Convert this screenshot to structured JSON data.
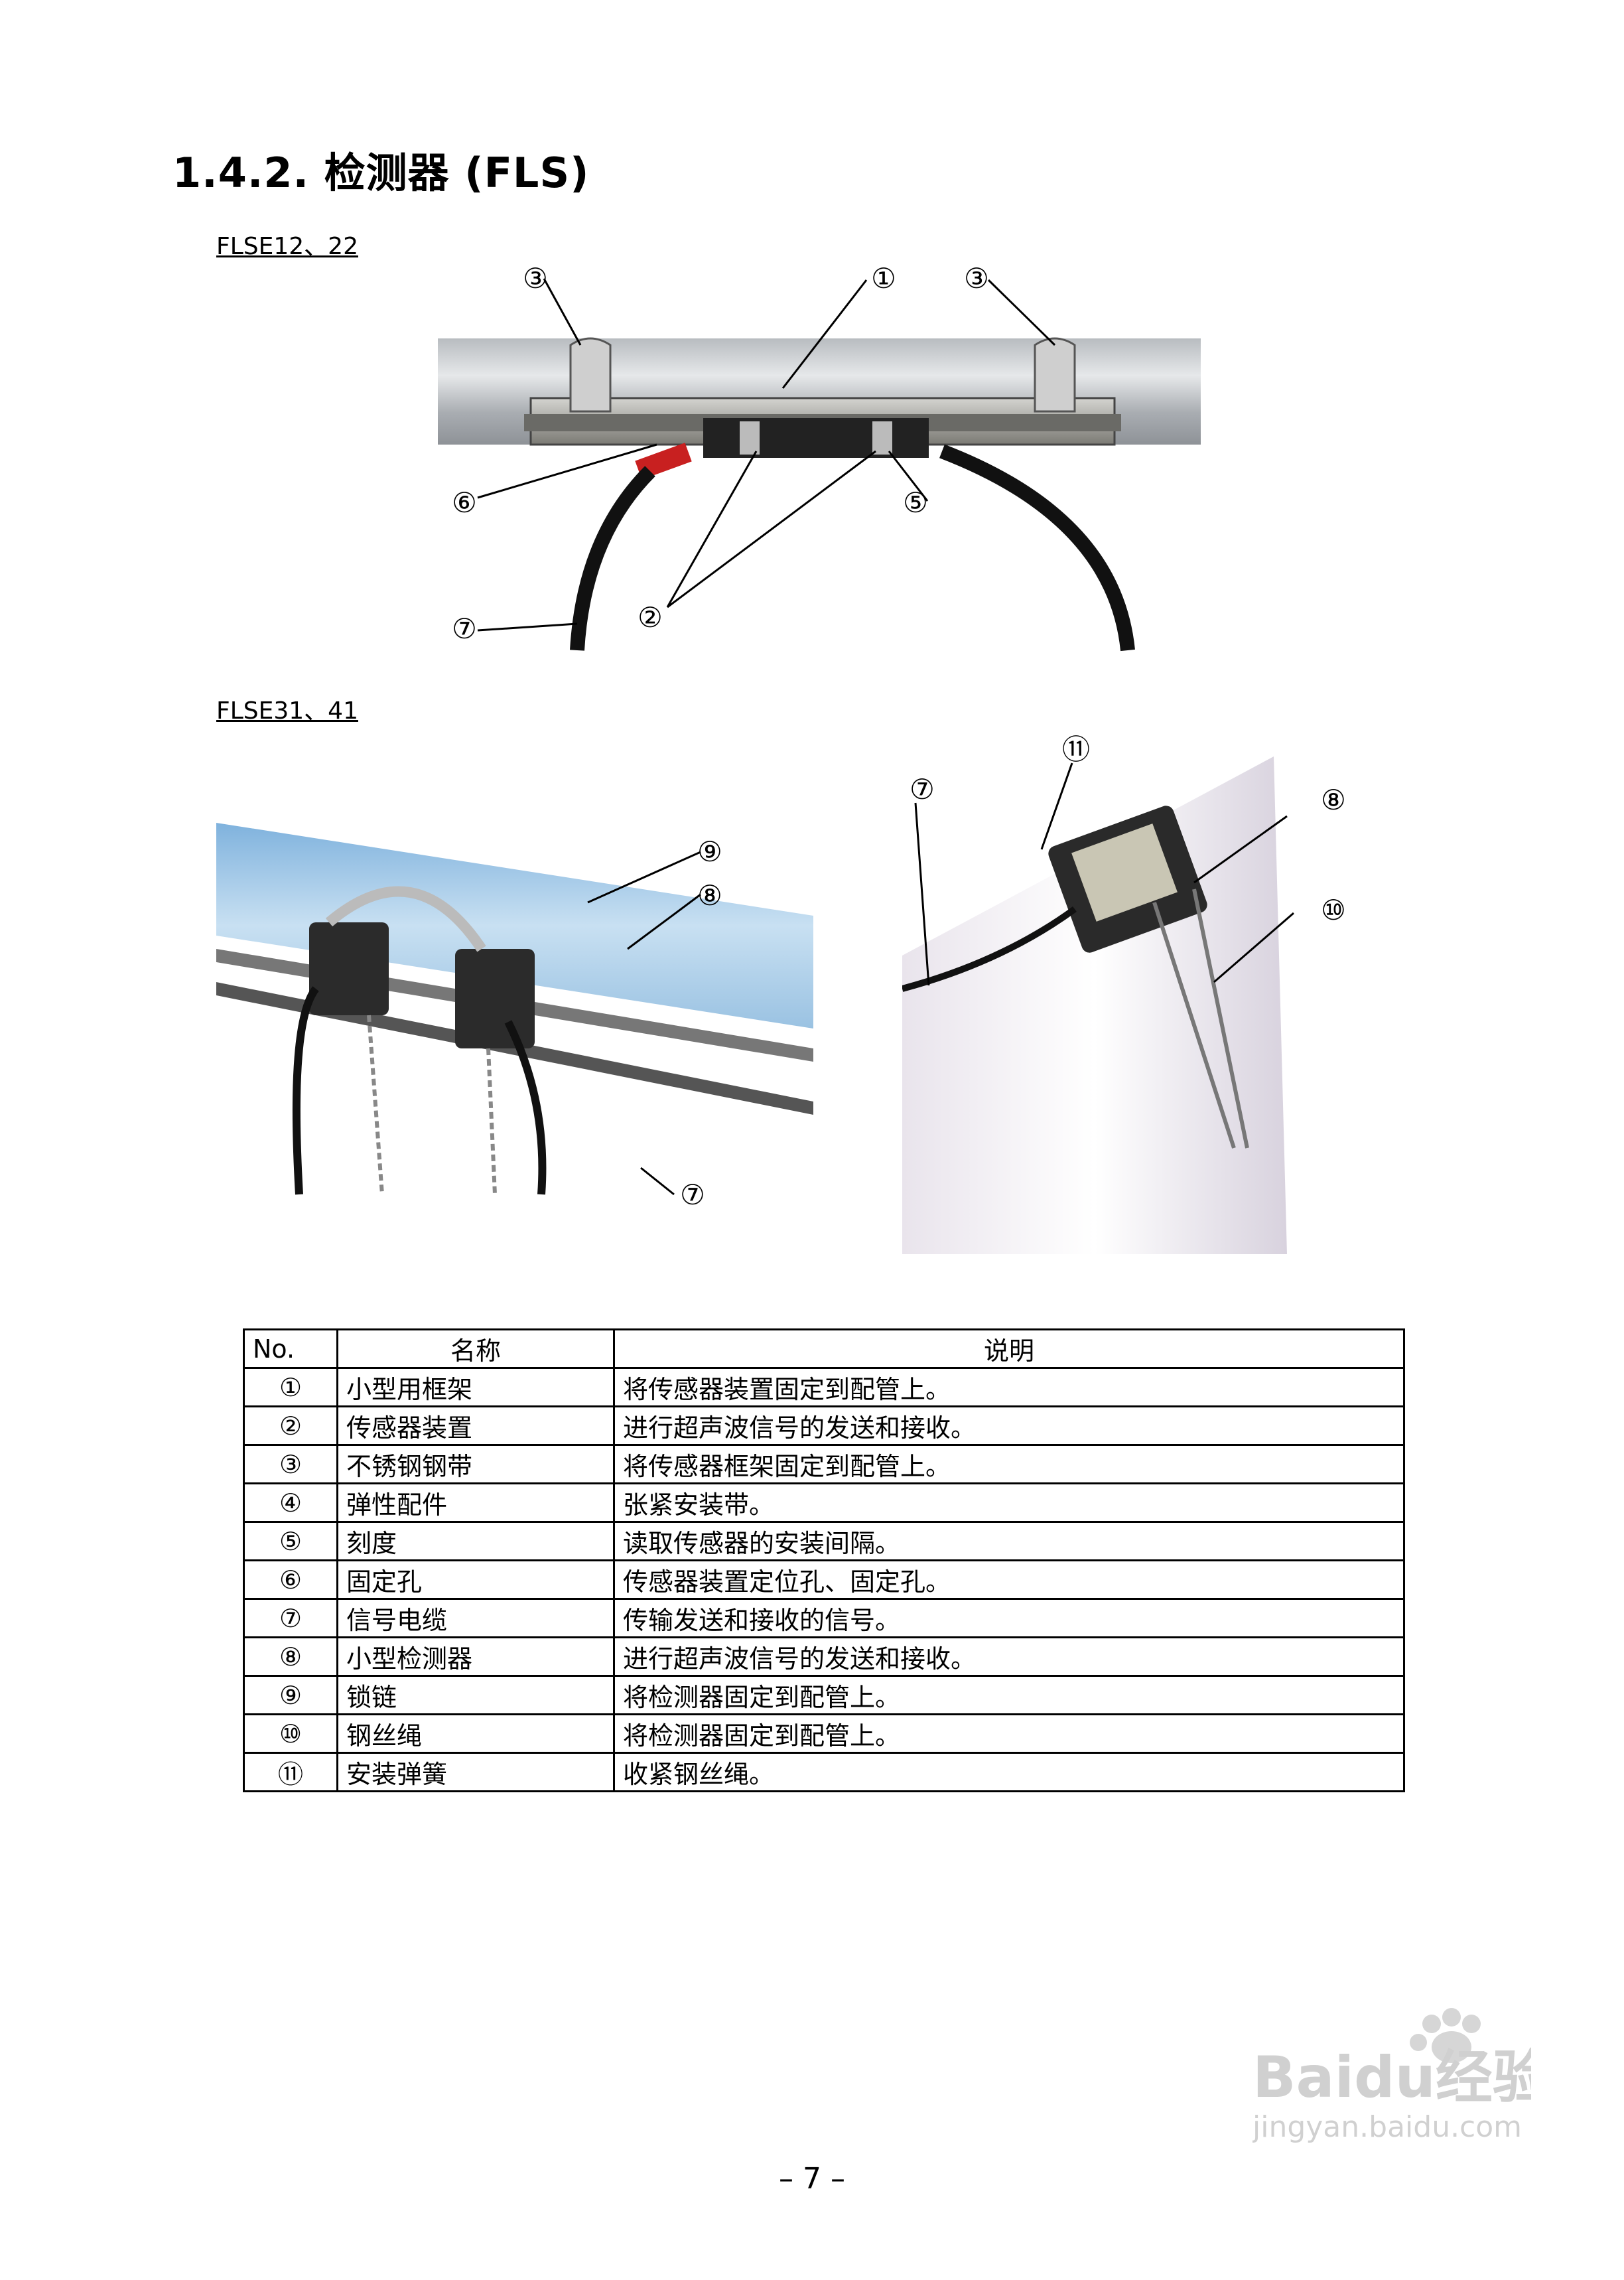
{
  "section_title": "1.4.2. 检测器 (FLS)",
  "figure1": {
    "caption": "FLSE12、22",
    "callouts": [
      "①",
      "②",
      "③",
      "③",
      "⑤",
      "⑥",
      "⑦"
    ]
  },
  "figure2": {
    "caption": "FLSE31、41",
    "callouts": [
      "⑦",
      "⑧",
      "⑨"
    ]
  },
  "figure3": {
    "callouts": [
      "⑦",
      "⑧",
      "⑩",
      "⑪"
    ]
  },
  "table": {
    "headers": [
      "No.",
      "名称",
      "说明"
    ],
    "rows": [
      {
        "no": "①",
        "name": "小型用框架",
        "desc": "将传感器装置固定到配管上。"
      },
      {
        "no": "②",
        "name": "传感器装置",
        "desc": "进行超声波信号的发送和接收。"
      },
      {
        "no": "③",
        "name": "不锈钢钢带",
        "desc": "将传感器框架固定到配管上。"
      },
      {
        "no": "④",
        "name": "弹性配件",
        "desc": "张紧安装带。"
      },
      {
        "no": "⑤",
        "name": "刻度",
        "desc": "读取传感器的安装间隔。"
      },
      {
        "no": "⑥",
        "name": "固定孔",
        "desc": "传感器装置定位孔、固定孔。"
      },
      {
        "no": "⑦",
        "name": "信号电缆",
        "desc": "传输发送和接收的信号。"
      },
      {
        "no": "⑧",
        "name": "小型检测器",
        "desc": "进行超声波信号的发送和接收。"
      },
      {
        "no": "⑨",
        "name": "锁链",
        "desc": "将检测器固定到配管上。"
      },
      {
        "no": "⑩",
        "name": "钢丝绳",
        "desc": "将检测器固定到配管上。"
      },
      {
        "no": "⑪",
        "name": "安装弹簧",
        "desc": "收紧钢丝绳。"
      }
    ]
  },
  "page_number": "– 7 –",
  "watermark": {
    "brand": "Baidu经验",
    "url": "jingyan.baidu.com"
  }
}
